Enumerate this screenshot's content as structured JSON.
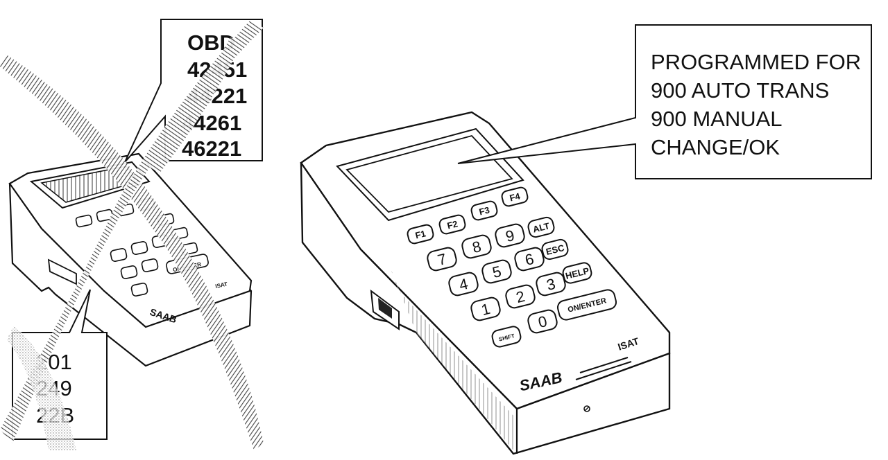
{
  "callouts": {
    "old_tester_models": [
      "OBD",
      "42451",
      "44221",
      "44261",
      "46221"
    ],
    "old_tester_variants": [
      "201",
      "249",
      "22B"
    ],
    "new_tester_display": [
      "PROGRAMMED FOR",
      "900 AUTO TRANS",
      "900 MANUAL",
      "CHANGE/OK"
    ]
  },
  "new_tester": {
    "function_keys": [
      "F1",
      "F2",
      "F3",
      "F4"
    ],
    "side_keys": [
      "ALT",
      "ESC",
      "HELP"
    ],
    "digit_keys": [
      "7",
      "8",
      "9",
      "4",
      "5",
      "6",
      "1",
      "2",
      "3",
      "0"
    ],
    "enter_key": "ON/ENTER",
    "shift_key": "SHIFT",
    "brand": "SAAB",
    "model_label": "ISAT"
  },
  "old_tester": {
    "enter_key": "ON/ENTER",
    "brand": "SAAB",
    "model_label": "ISAT"
  },
  "colors": {
    "ink": "#111111",
    "paper": "#ffffff",
    "hatch": "#555555"
  }
}
